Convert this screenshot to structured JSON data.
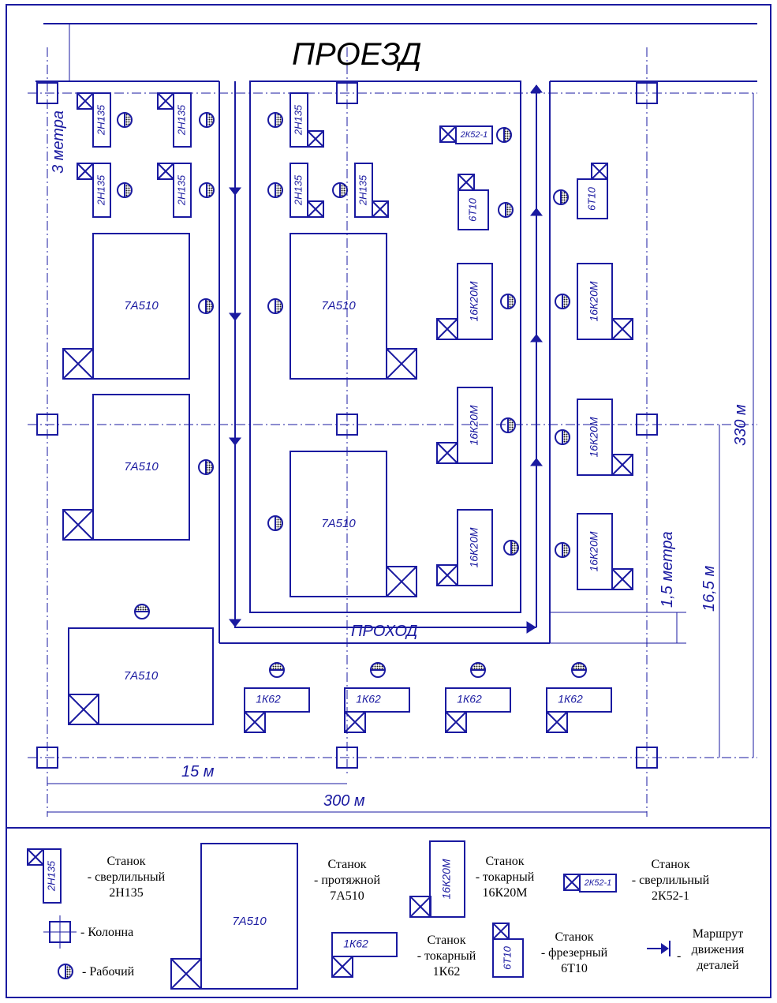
{
  "title": "ПРОЕЗД",
  "passage": "ПРОХОД",
  "dimensions": {
    "d3": "3 метра",
    "d330": "330 м",
    "d165": "16,5 м",
    "d15m": "1,5 метра",
    "d15": "15 м",
    "d300": "300 м"
  },
  "machines": {
    "m2h135": "2Н135",
    "m7a510": "7А510",
    "m16k20m": "16К20М",
    "m2k52": "2К52-1",
    "m6t10": "6Т10",
    "m1k62": "1К62"
  },
  "legend": {
    "drill1": [
      "Станок",
      "- сверлильный",
      "2Н135"
    ],
    "broach": [
      "Станок",
      "- протяжной",
      "7А510"
    ],
    "lathe1": [
      "Станок",
      "- токарный",
      "16К20М"
    ],
    "drill2": [
      "Станок",
      "- сверлильный",
      "2К52-1"
    ],
    "column": "- Колонна",
    "worker": "- Рабочий",
    "lathe2": [
      "Станок",
      "- токарный",
      "1К62"
    ],
    "mill": [
      "Станок",
      "- фрезерный",
      "6Т10"
    ],
    "route": [
      "Маршрут",
      "движения",
      "деталей"
    ]
  },
  "colors": {
    "line": "#1a1aa0"
  }
}
